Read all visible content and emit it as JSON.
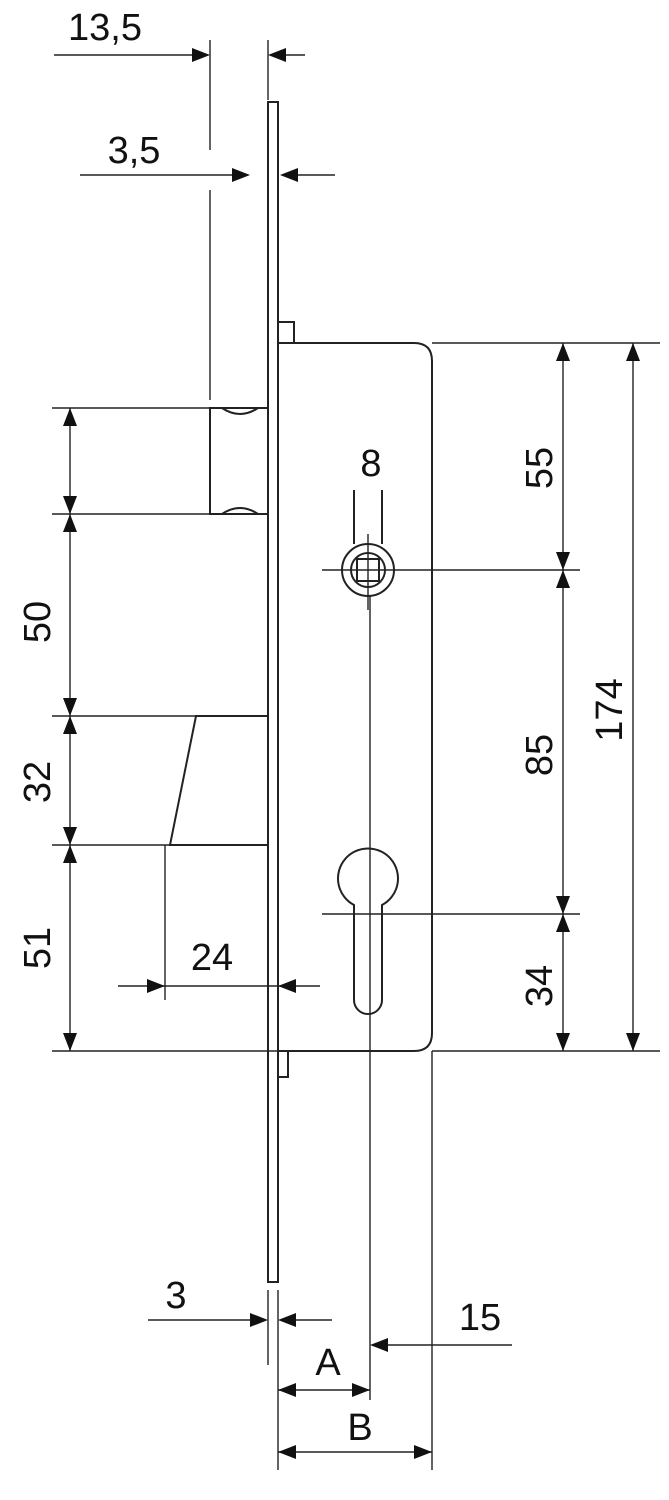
{
  "dimensions": {
    "faceplate_width": "13,5",
    "faceplate_thickness": "3,5",
    "latch_to_follower_top": "55",
    "follower_to_cylinder": "85",
    "case_height": "174",
    "cylinder_to_bottom": "34",
    "latch_height": "50",
    "bolt_height": "32",
    "bolt_to_bottom": "51",
    "bolt_throw": "24",
    "follower_size": "8",
    "plate_thickness_bottom": "3",
    "bottom_right": "15",
    "backset_a": "A",
    "case_depth_b": "B"
  }
}
